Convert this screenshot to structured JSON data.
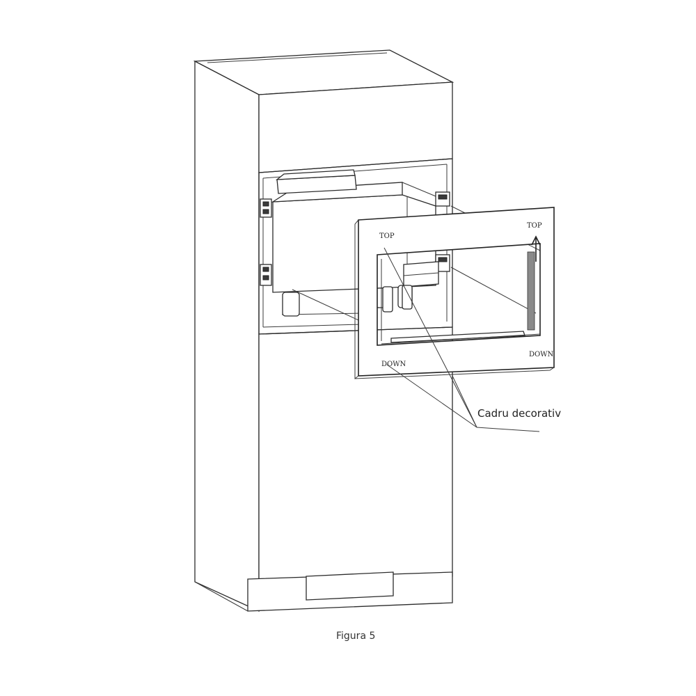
{
  "labels": {
    "frame_top_left": "TOP",
    "frame_top_right": "TOP",
    "frame_down_left": "DOWN",
    "frame_down_right": "DOWN"
  },
  "callout": {
    "text": "Cadru decorativ"
  },
  "caption": "Figura 5"
}
